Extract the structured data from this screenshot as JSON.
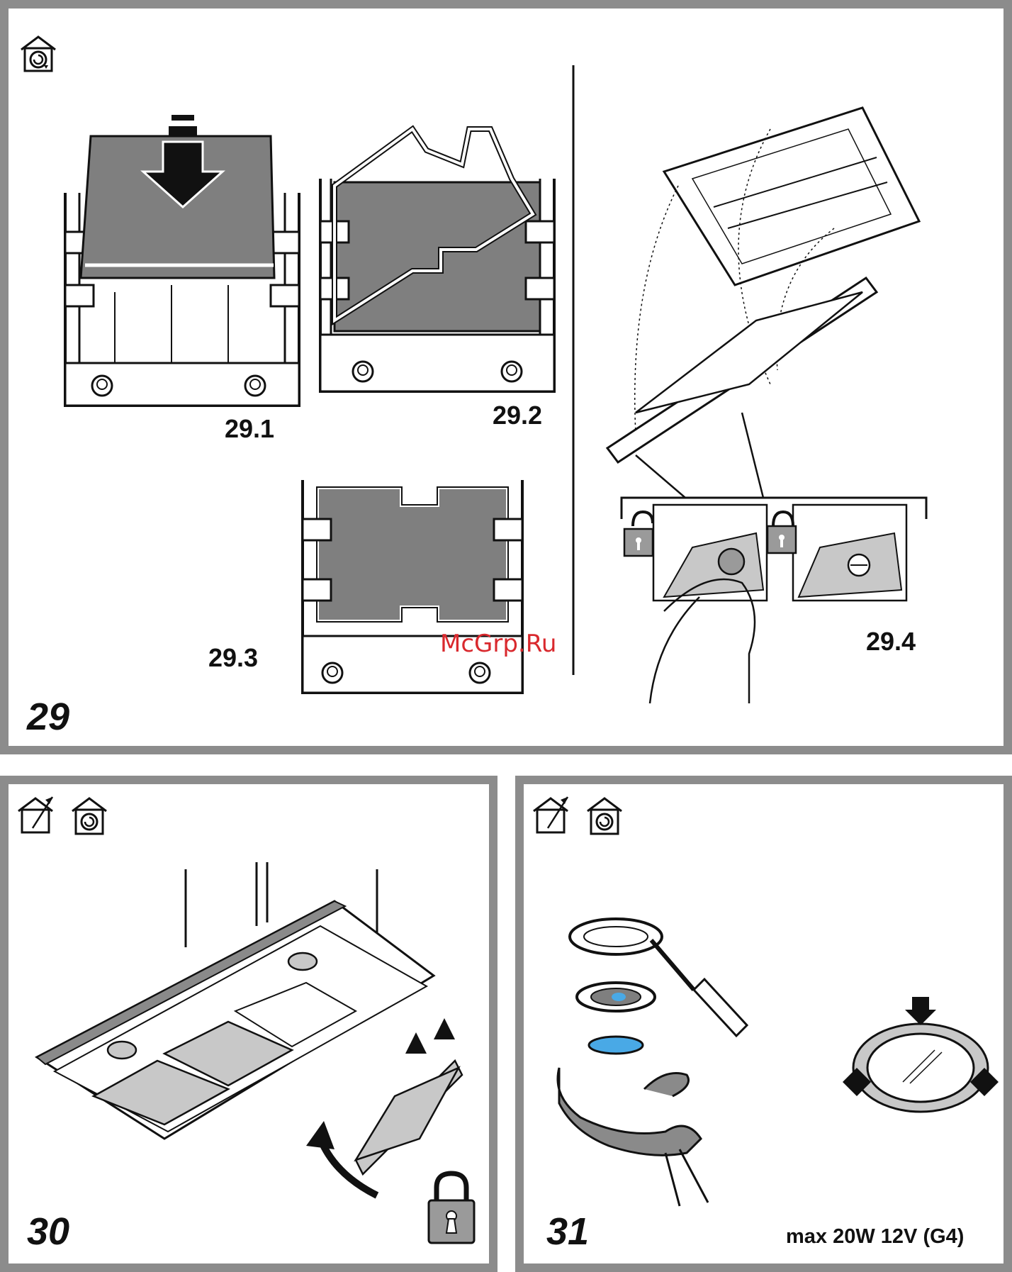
{
  "panels": {
    "p29": {
      "number": "29",
      "steps": {
        "s1": "29.1",
        "s2": "29.2",
        "s3": "29.3",
        "s4": "29.4"
      },
      "icons": [
        "recirculation-mode-icon"
      ]
    },
    "p30": {
      "number": "30",
      "icons": [
        "ducted-mode-icon",
        "recirculation-mode-icon",
        "padlock-locked-icon"
      ]
    },
    "p31": {
      "number": "31",
      "spec": "max 20W 12V (G4)",
      "icons": [
        "ducted-mode-icon",
        "recirculation-mode-icon"
      ]
    }
  },
  "watermark": "McGrp.Ru",
  "colors": {
    "frame": "#8c8c8c",
    "filter": "#7f7f7f",
    "light": "#c8c8c8",
    "glass": "#49a9e6",
    "watermark": "#d9292e"
  }
}
